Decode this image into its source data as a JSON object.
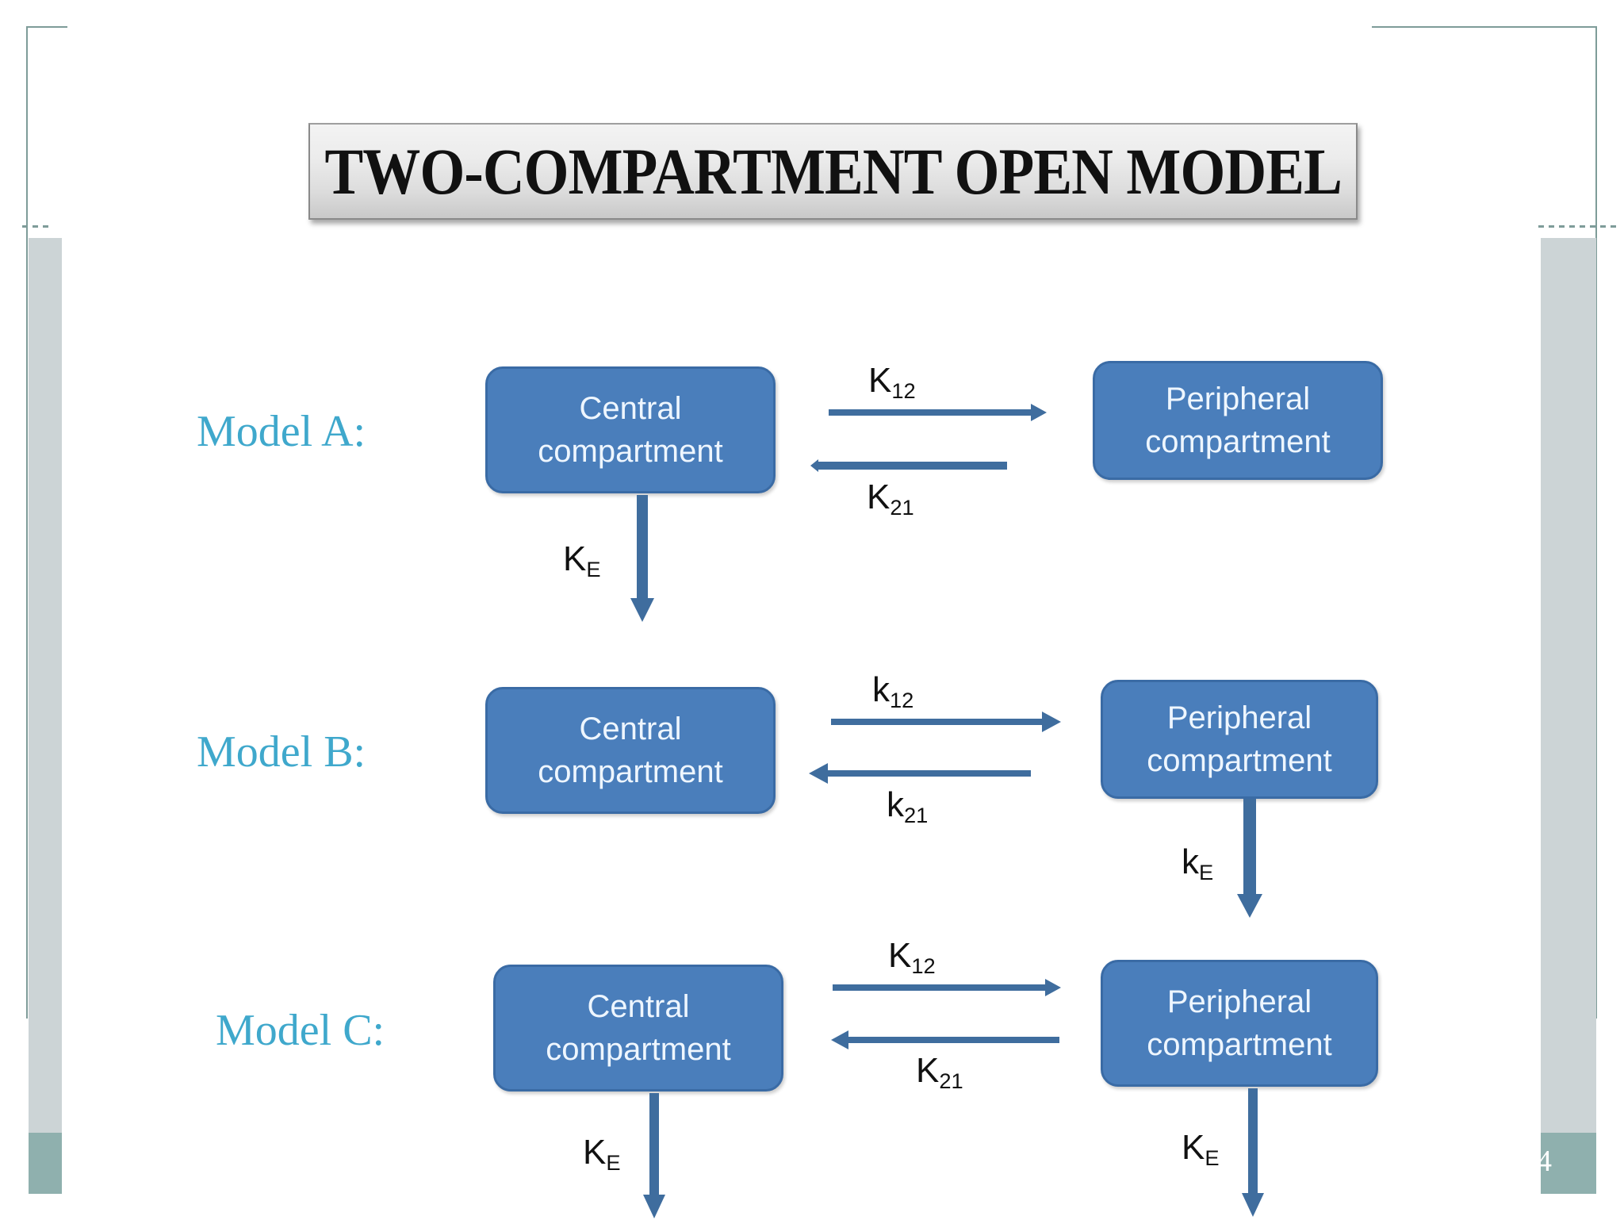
{
  "slide": {
    "title": "TWO-COMPARTMENT OPEN MODEL",
    "page_number": "4",
    "accent_color": "#3fa8cc",
    "box_fill_color": "#4a7ebb",
    "box_border_color": "#3a6ba5",
    "arrow_color": "#3f6d9e",
    "band_color_top": "#ccd4d6",
    "band_color_bottom": "#8fb0ae",
    "frame_line_color": "#7e9c99"
  },
  "models": [
    {
      "label": "Model A:",
      "central": {
        "line1": "Central",
        "line2": "compartment"
      },
      "peripheral": {
        "line1": "Peripheral",
        "line2": "compartment"
      },
      "forward_rate": {
        "base": "K",
        "sub": "12"
      },
      "reverse_rate": {
        "base": "K",
        "sub": "21"
      },
      "elimination": [
        {
          "from": "central",
          "base": "K",
          "sub": "E"
        }
      ]
    },
    {
      "label": "Model B:",
      "central": {
        "line1": "Central",
        "line2": "compartment"
      },
      "peripheral": {
        "line1": "Peripheral",
        "line2": "compartment"
      },
      "forward_rate": {
        "base": "k",
        "sub": "12"
      },
      "reverse_rate": {
        "base": "k",
        "sub": "21"
      },
      "elimination": [
        {
          "from": "peripheral",
          "base": "k",
          "sub": "E"
        }
      ]
    },
    {
      "label": "Model C:",
      "central": {
        "line1": "Central",
        "line2": "compartment"
      },
      "peripheral": {
        "line1": "Peripheral",
        "line2": "compartment"
      },
      "forward_rate": {
        "base": "K",
        "sub": "12"
      },
      "reverse_rate": {
        "base": "K",
        "sub": "21"
      },
      "elimination": [
        {
          "from": "central",
          "base": "K",
          "sub": "E"
        },
        {
          "from": "peripheral",
          "base": "K",
          "sub": "E"
        }
      ]
    }
  ]
}
